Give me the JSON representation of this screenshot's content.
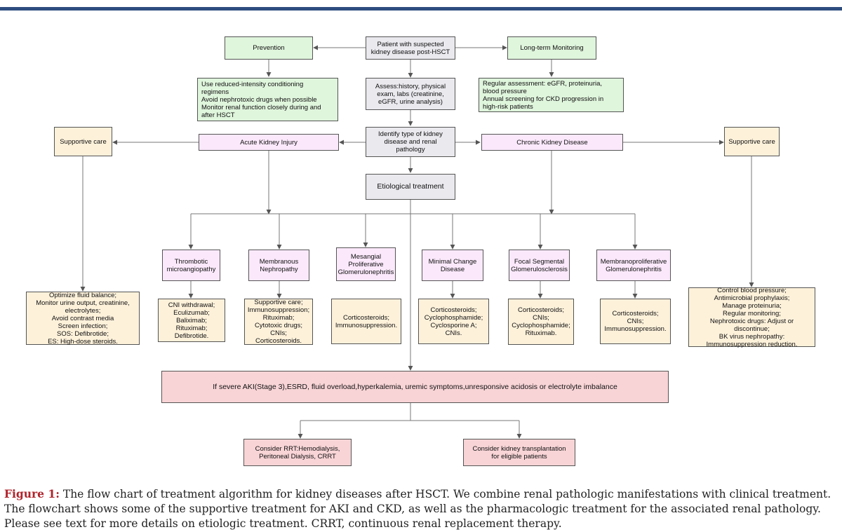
{
  "colors": {
    "header_bar": "#2e4d80",
    "green": "#dff5dc",
    "gray": "#e9e9ee",
    "pink": "#fbe9fb",
    "cream": "#fdf1da",
    "red": "#f8d4d6",
    "caption_label": "#b0232b"
  },
  "nodes": {
    "patient": "Patient with suspected\nkidney disease post-HSCT",
    "prevention": "Prevention",
    "monitoring": "Long-term Monitoring",
    "prevention_details": "Use reduced-intensity conditioning\nregimens\nAvoid nephrotoxic drugs when possible\nMonitor renal function closely during and\nafter HSCT",
    "assess": "Assess:history, physical\nexam, labs (creatinine,\neGFR, urine analysis)",
    "monitoring_details": "Regular assessment: eGFR, proteinuria,\nblood pressure\nAnnual screening for CKD progression in\nhigh-risk patients",
    "supportive_left": "Supportive care",
    "aki": "Acute Kidney Injury",
    "identify": "Identify type of kidney\ndisease and renal\npathology",
    "ckd": "Chronic Kidney Disease",
    "supportive_right": "Supportive care",
    "etiological": "Etiological treatment",
    "tma": "Thrombotic\nmicroangiopathy",
    "mn": "Membranous\nNephropathy",
    "mpgn_mes": "Mesangial\nProliferative\nGlomerulonephritis",
    "mcd": "Minimal Change\nDisease",
    "fsgs": "Focal Segmental\nGlomerulosclerosis",
    "mpgn": "Membranoproliferative\nGlomerulonephritis",
    "aki_care": "Optimize fluid balance;\nMonitor urine output, creatinine,\nelectrolytes;\nAvoid contrast media\nScreen infection;\nSOS:  Defibrotide;\nES: High-dose steroids.",
    "tma_tx": "CNI withdrawal;\nEculizumab;\nBaliximab;\nRituximab;\nDefibrotide.",
    "mn_tx": "Supportive care;\nImmunosuppression;\nRituximab;\nCytotoxic drugs;\nCNIs;\nCorticosteroids.",
    "mes_tx": "Corticosteroids;\nImmunosuppression.",
    "mcd_tx": "Corticosteroids;\nCyclophosphamide;\nCyclosporine A;\nCNIs.",
    "fsgs_tx": "Corticosteroids;\nCNIs;\nCyclophosphamide;\nRituximab.",
    "mpgn_tx": "Corticosteroids;\nCNIs;\nImmunosuppression.",
    "ckd_care": "Control blood pressure;\nAntimicrobial prophylaxis;\nManage proteinuria;\nRegular monitoring;\nNephrotoxic drugs: Adjust or\ndiscontinue;\nBK virus nephropathy:\nImmunosuppression reduction.",
    "severe": "If severe AKI(Stage 3),ESRD, fluid overload,hyperkalemia, uremic symptoms,unresponsive acidosis or electrolyte imbalance",
    "rrt": "Consider RRT:Hemodialysis,\nPeritoneal Dialysis, CRRT",
    "transplant": "Consider kidney transplantation\nfor eligible patients"
  },
  "caption": {
    "label": "Figure 1:",
    "text": " The flow chart of treatment algorithm for kidney diseases after HSCT. We combine renal pathologic manifestations with clinical treatment. The flowchart shows some of the supportive treatment for AKI and CKD, as well as the pharmacologic treatment for the associated renal pathology. Please see text for more details on etiologic treatment. CRRT, continuous renal replacement therapy."
  }
}
